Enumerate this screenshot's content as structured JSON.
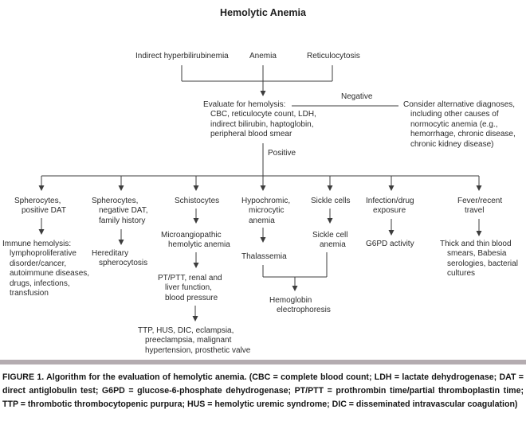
{
  "title": "Hemolytic Anemia",
  "colors": {
    "line": "#3c3c3c",
    "text": "#2b2b2b",
    "divider_bar": "#b4acb0"
  },
  "labels": {
    "negative": "Negative",
    "positive": "Positive"
  },
  "nodes": {
    "indirect_hyperbilirubinemia": "Indirect hyperbilirubinemia",
    "anemia": "Anemia",
    "reticulocytosis": "Reticulocytosis",
    "evaluate": "Evaluate for hemolysis:\nCBC, reticulocyte count, LDH,\nindirect bilirubin, haptoglobin,\nperipheral blood smear",
    "consider_alternative": "Consider alternative diagnoses,\nincluding other causes of\nnormocytic anemia (e.g.,\nhemorrhage, chronic disease,\nchronic kidney disease)",
    "spherocytes_positive_dat": "Spherocytes,\npositive DAT",
    "spherocytes_negative_dat": "Spherocytes,\nnegative DAT,\nfamily history",
    "schistocytes": "Schistocytes",
    "hypochromic": "Hypochromic,\nmicrocytic\nanemia",
    "sickle_cells": "Sickle cells",
    "infection_drug": "Infection/drug\nexposure",
    "fever_travel": "Fever/recent\ntravel",
    "immune_hemolysis": "Immune hemolysis:\nlymphoproliferative\ndisorder/cancer,\nautoimmune diseases,\ndrugs, infections,\ntransfusion",
    "hereditary_spherocytosis": "Hereditary\nspherocytosis",
    "microangiopathic": "Microangiopathic\nhemolytic anemia",
    "pt_ptt": "PT/PTT, renal and\nliver function,\nblood pressure",
    "ttp_hus_dic": "TTP, HUS, DIC, eclampsia,\npreeclampsia, malignant\nhypertension, prosthetic valve",
    "thalassemia": "Thalassemia",
    "sickle_cell_anemia": "Sickle cell\nanemia",
    "hemoglobin_electrophoresis": "Hemoglobin\nelectrophoresis",
    "g6pd_activity": "G6PD activity",
    "thick_thin_smears": "Thick and thin blood\nsmears, Babesia\nserologies, bacterial\ncultures"
  },
  "caption": "FIGURE 1. Algorithm for the evaluation of hemolytic anemia. (CBC = complete blood count; LDH = lactate dehydrogenase; DAT = direct antiglobulin test; G6PD = glucose-6-phosphate dehydrogenase; PT/PTT = prothrombin time/partial thromboplastin time; TTP = thrombotic thrombocytopenic purpura; HUS = hemolytic uremic syndrome; DIC = disseminated intravascular coagulation)"
}
